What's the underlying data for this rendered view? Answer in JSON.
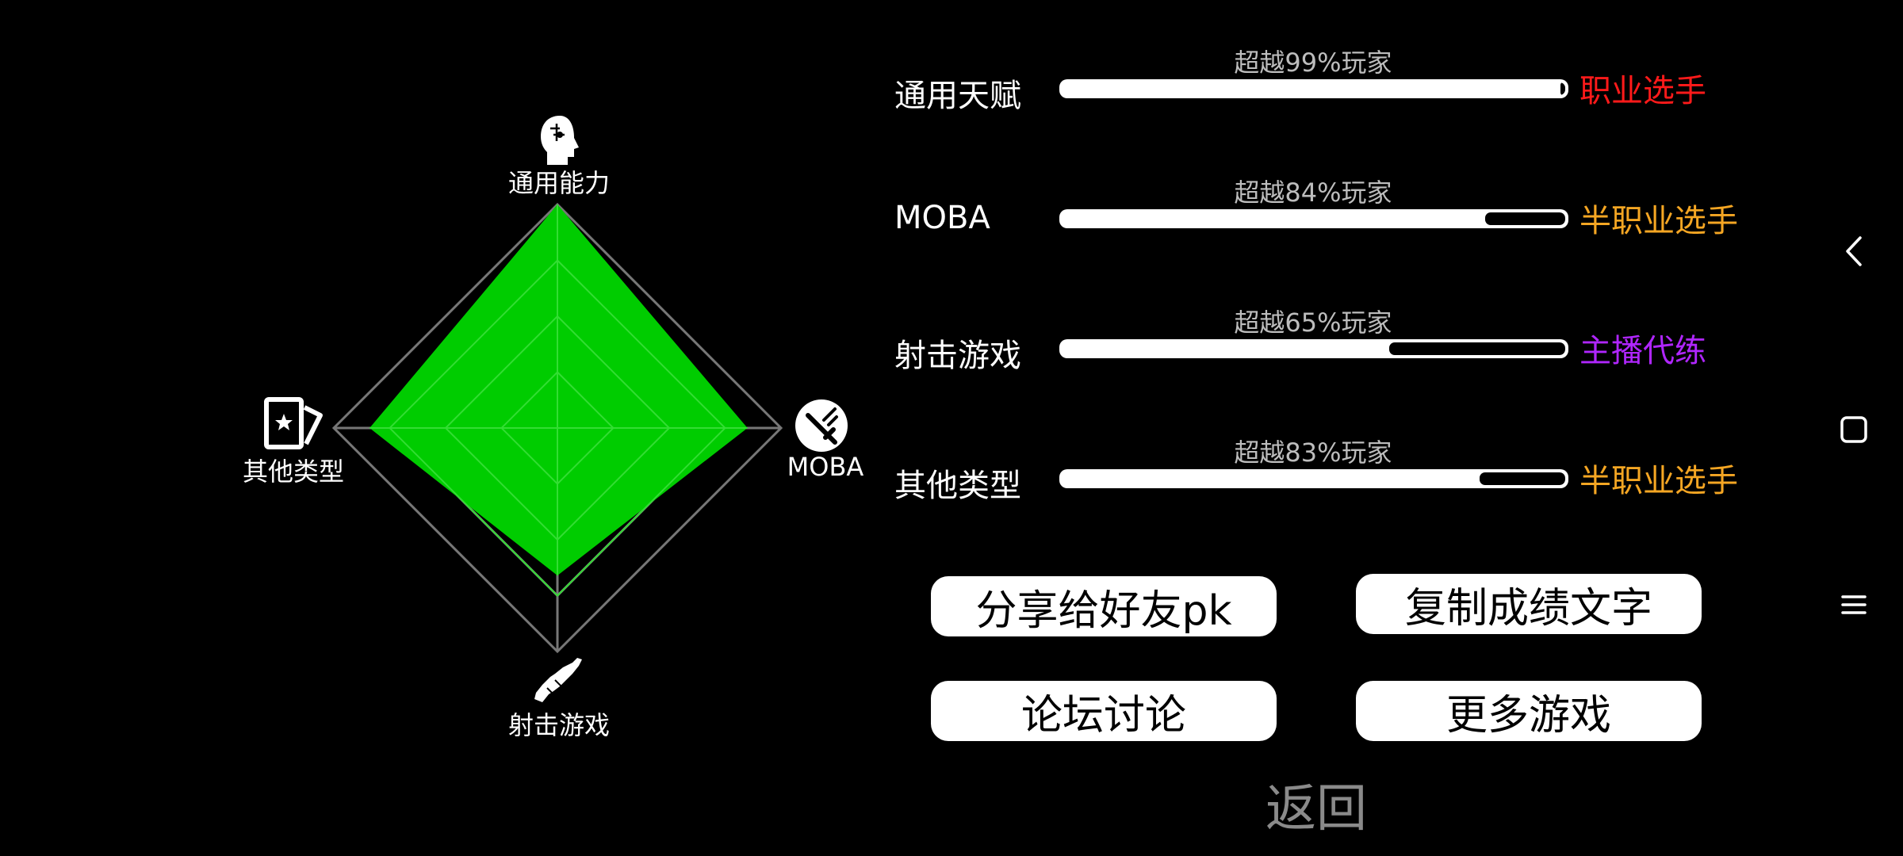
{
  "radar": {
    "axes": [
      {
        "key": "general",
        "label": "通用能力",
        "value": 1.0,
        "icon": "head-icon"
      },
      {
        "key": "moba",
        "label": "MOBA",
        "value": 0.85,
        "icon": "moba-sword-icon"
      },
      {
        "key": "shooter",
        "label": "射击游戏",
        "value": 0.66,
        "icon": "rifle-icon"
      },
      {
        "key": "other",
        "label": "其他类型",
        "value": 0.84,
        "icon": "card-star-icon"
      }
    ],
    "fill_color": "#00cc00"
  },
  "stats": [
    {
      "label": "通用天赋",
      "percent_text": "超越99%玩家",
      "percent": 99,
      "rank": "职业选手",
      "rank_color": "#ff1a1a"
    },
    {
      "label": "MOBA",
      "percent_text": "超越84%玩家",
      "percent": 84,
      "rank": "半职业选手",
      "rank_color": "#f5a623"
    },
    {
      "label": "射击游戏",
      "percent_text": "超越65%玩家",
      "percent": 65,
      "rank": "主播代练",
      "rank_color": "#b026ff"
    },
    {
      "label": "其他类型",
      "percent_text": "超越83%玩家",
      "percent": 83,
      "rank": "半职业选手",
      "rank_color": "#f5a623"
    }
  ],
  "buttons": {
    "share": "分享给好友pk",
    "copy": "复制成绩文字",
    "forum": "论坛讨论",
    "more": "更多游戏",
    "back": "返回"
  },
  "nav": {
    "back_icon": "chevron-left-icon",
    "home_icon": "square-icon",
    "menu_icon": "menu-icon"
  }
}
